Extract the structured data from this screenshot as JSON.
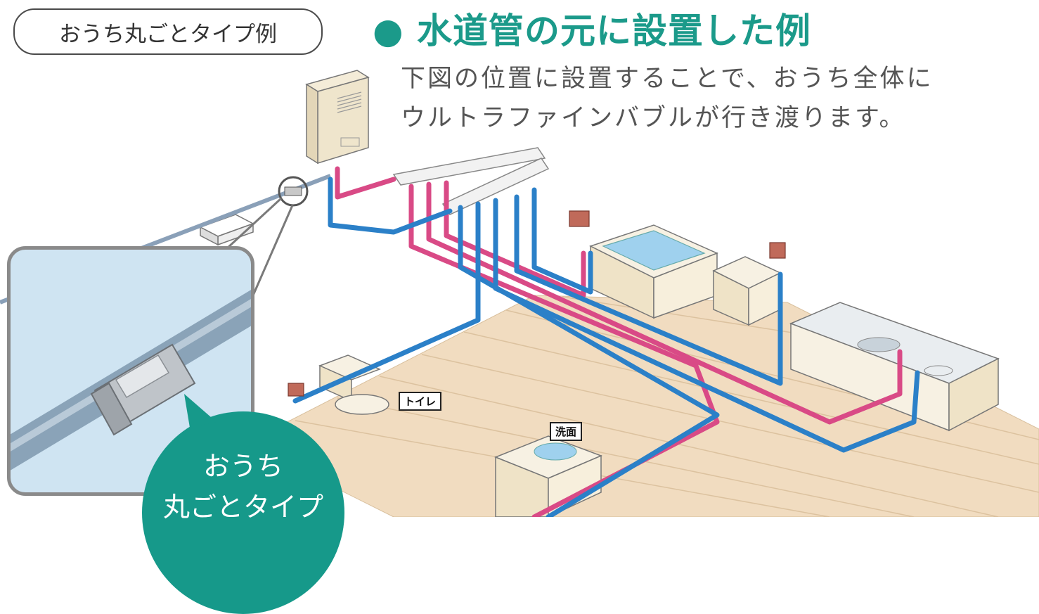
{
  "tag": {
    "label": "おうち丸ごとタイプ例"
  },
  "heading": {
    "text": "● 水道管の元に設置した例"
  },
  "description": {
    "line1": "下図の位置に設置することで、おうち全体に",
    "line2": "ウルトラファインバブルが行き渡ります。"
  },
  "bubble": {
    "line1": "おうち",
    "line2": "丸ごとタイプ"
  },
  "room_labels": {
    "toilet": "トイレ",
    "washroom": "洗面"
  },
  "colors": {
    "accent": "#16998a",
    "hot_pipe": "#d94a86",
    "cold_pipe": "#2b80c8",
    "floor": "#f1dcc0"
  }
}
